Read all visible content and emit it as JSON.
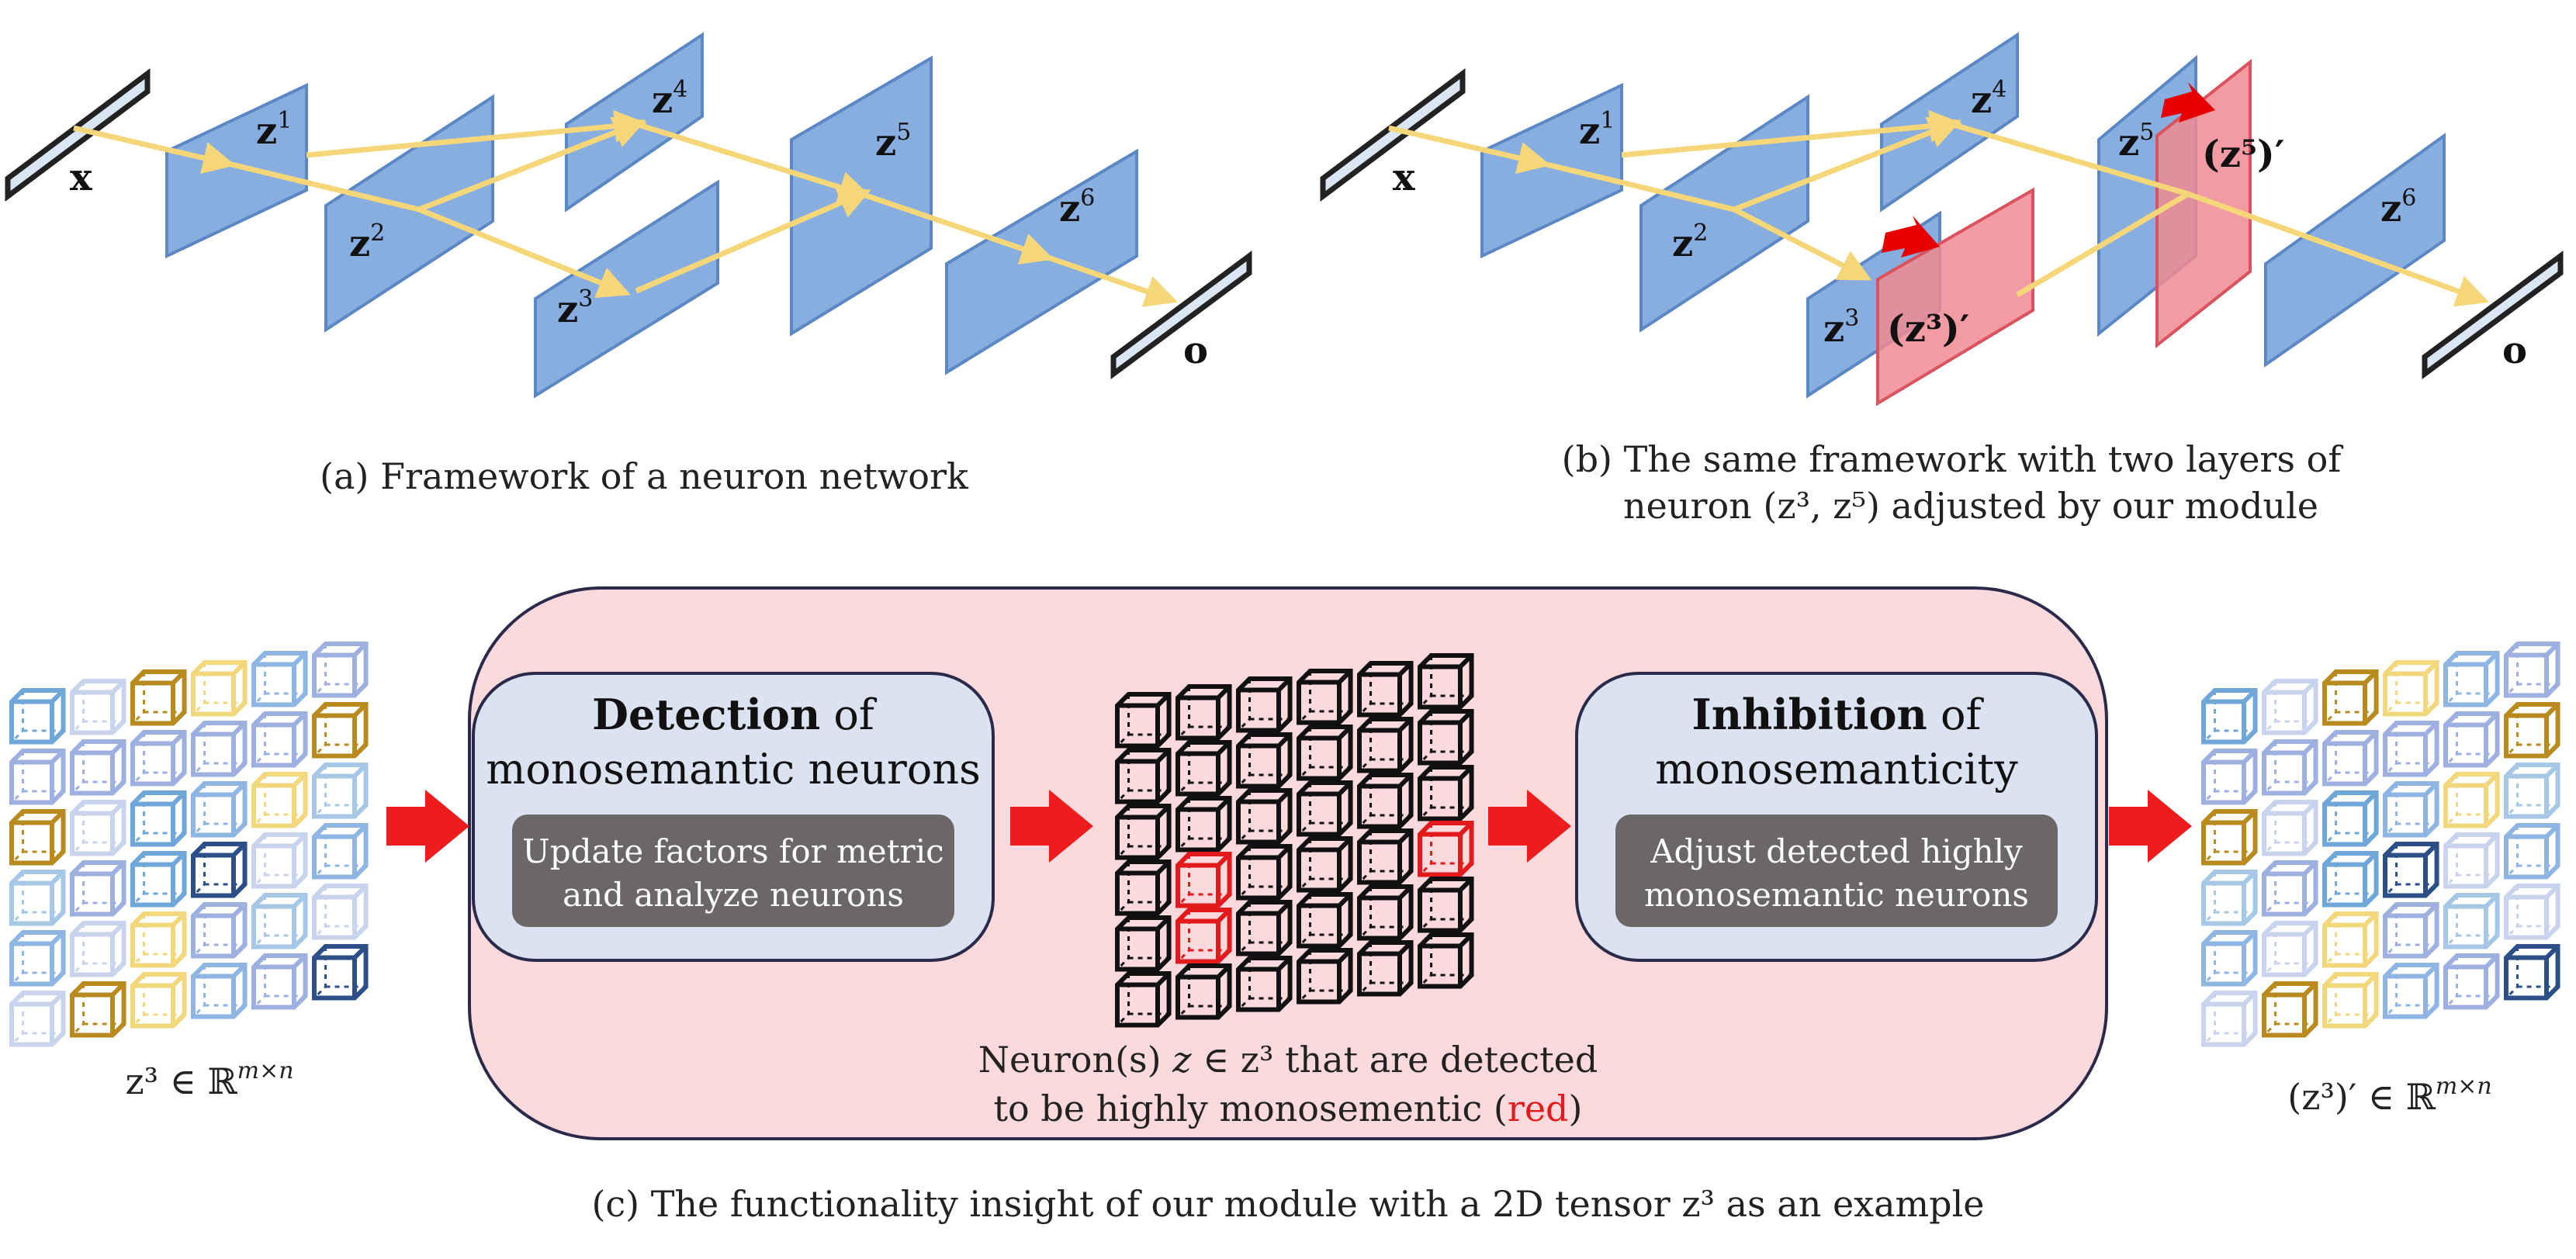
{
  "panel_a": {
    "caption": "(a) Framework of a neuron network",
    "input_label": "x",
    "output_label": "o",
    "layer_base": "z",
    "layers": [
      "1",
      "2",
      "3",
      "4",
      "5",
      "6"
    ]
  },
  "panel_b": {
    "caption_line1": "(b) The same framework with two layers of",
    "caption_line2": "neuron (z³, z⁵) adjusted by our module",
    "input_label": "x",
    "output_label": "o",
    "layer_base": "z",
    "layers": [
      "1",
      "2",
      "3",
      "4",
      "5",
      "6"
    ],
    "adjusted_3": "(z³)′",
    "adjusted_5": "(z⁵)′"
  },
  "panel_c": {
    "caption": "(c) The functionality insight of our module with a 2D tensor z³ as an example",
    "left_label": "z³ ∈ ℝ",
    "left_label_sup": "m×n",
    "right_label": "(z³)′ ∈ ℝ",
    "right_label_sup": "m×n",
    "detection": {
      "title_bold": "Detection",
      "title_rest": " of",
      "title_line2": "monosemantic neurons",
      "sub_line1": "Update factors for metric",
      "sub_line2": "and analyze neurons"
    },
    "inhibition": {
      "title_bold": "Inhibition",
      "title_rest": " of",
      "title_line2": "monosemanticity",
      "sub_line1": "Adjust detected highly",
      "sub_line2": "monosemantic neurons"
    },
    "middle_note_line1_a": "Neuron(s) ",
    "middle_note_line1_z": "z",
    "middle_note_line1_b": " ∈ z³ that are detected",
    "middle_note_line2_a": "to be highly monosementic (",
    "middle_note_line2_red": "red",
    "middle_note_line2_b": ")"
  },
  "colors": {
    "plane_blue": "#7ea6dc",
    "plane_red": "#f08a92",
    "flow_arrow": "#f5d77a",
    "module_bg": "#fbd9dc",
    "box_bg": "#dbe3f3",
    "sub_box": "#6b6766",
    "big_arrow": "#ee1c1c"
  }
}
